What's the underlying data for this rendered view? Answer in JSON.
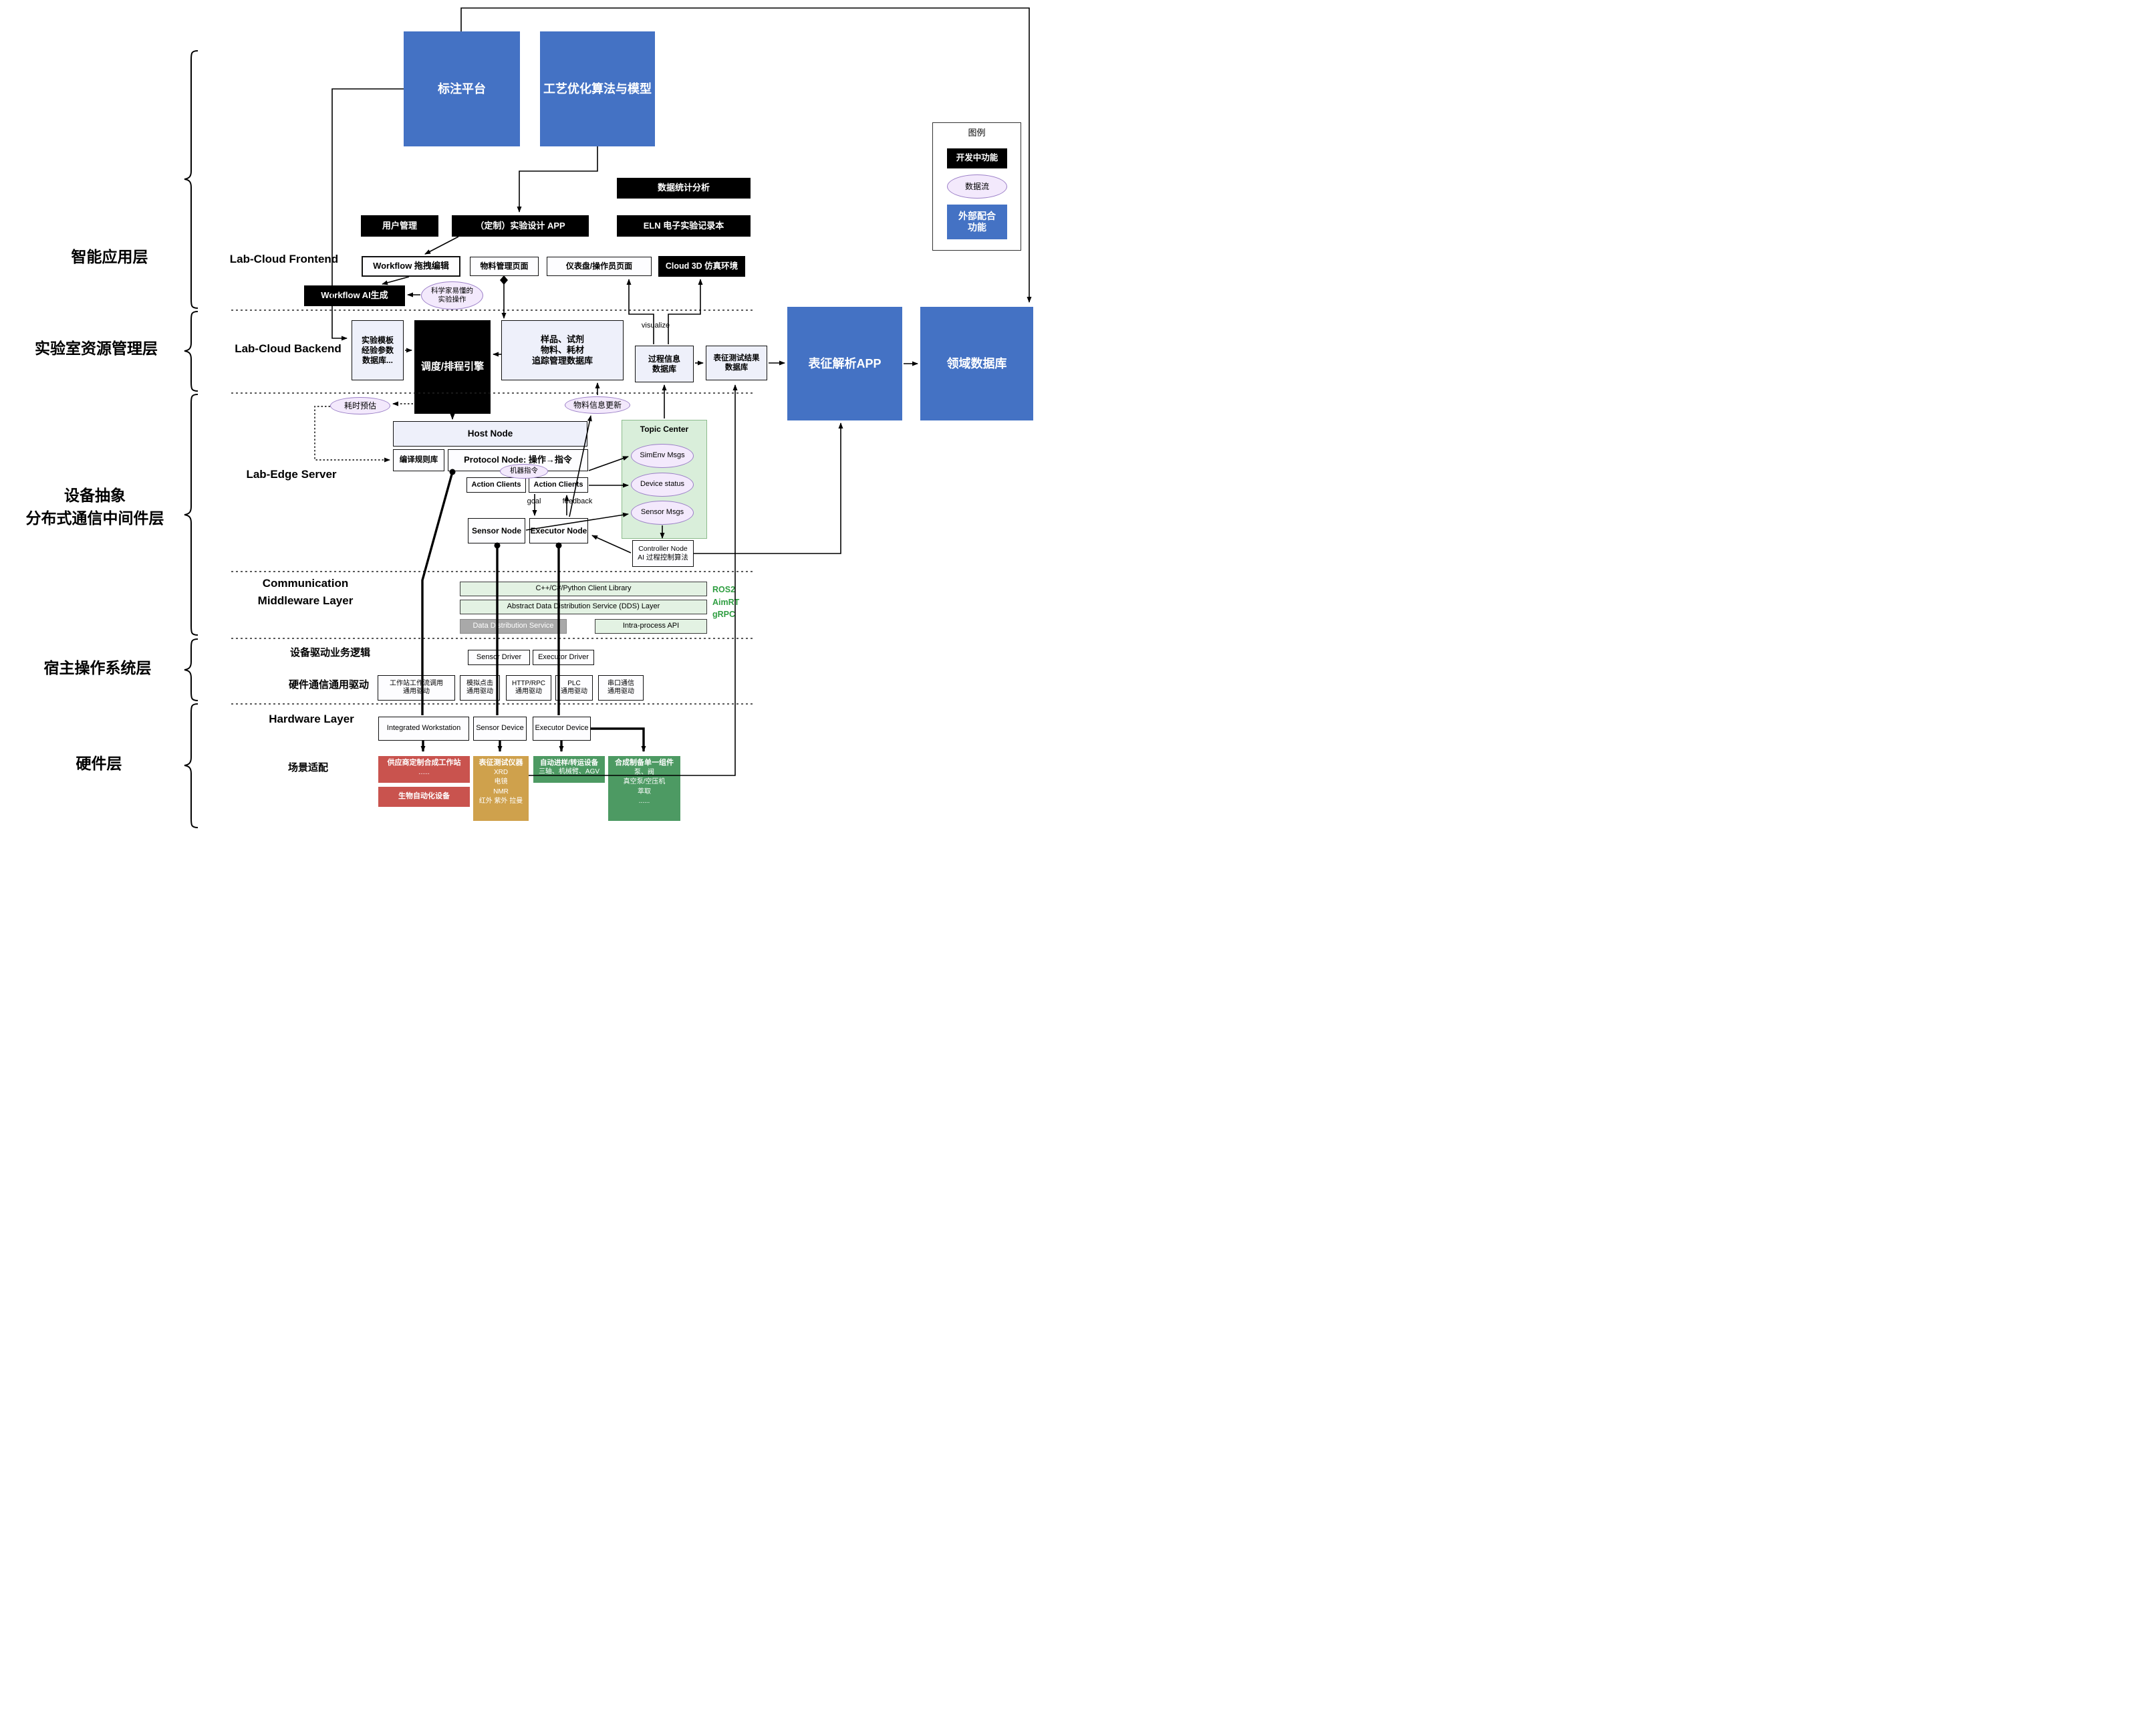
{
  "colors": {
    "brand_blue": "#4472c4",
    "black_box": "#000000",
    "data_flow_lavender": "#f3e9fc",
    "topic_green": "#d9eeda",
    "middleware_green": "#e3f2e3",
    "service_gray": "#a9a9a9",
    "vendor_red": "#c9534e",
    "instrument_gold": "#cfa14c",
    "device_green": "#4d9a63",
    "framework_green": "#2f9e41"
  },
  "layer_labels": {
    "app": "智能应用层",
    "resource": "实验室资源管理层",
    "middleware": "设备抽象\n分布式通信中间件层",
    "os": "宿主操作系统层",
    "hardware": "硬件层"
  },
  "legend": {
    "title": "图例",
    "in_development": "开发中功能",
    "data_flow": "数据流",
    "external_support": "外部配合\n功能"
  },
  "top": {
    "annotation_platform": "标注平台",
    "process_optimization": "工艺优化算法与模型"
  },
  "frontend": {
    "section": "Lab-Cloud Frontend",
    "data_stats": "数据统计分析",
    "user_mgmt": "用户管理",
    "custom_design_app": "（定制）实验设计 APP",
    "eln": "ELN 电子实验记录本",
    "workflow_edit": "Workflow 拖拽编辑",
    "material_page": "物料管理页面",
    "dashboard_page": "仪表盘/操作员页面",
    "cloud_3d": "Cloud 3D 仿真环境",
    "workflow_ai": "Workflow AI生成",
    "scientist_ops": "科学家易懂的\n实验操作"
  },
  "backend": {
    "section": "Lab-Cloud Backend",
    "template_db": "实验模板\n经验参数\n数据库...",
    "scheduler": "调度/排程引擎",
    "tracking_db": "样品、试剂\n物料、耗材\n追踪管理数据库",
    "visualize": "visualize",
    "process_db": "过程信息\n数据库",
    "char_result_db": "表征测试结果\n数据库",
    "char_app": "表征解析APP",
    "domain_db": "领域数据库"
  },
  "edge": {
    "section": "Lab-Edge Server",
    "time_estimate": "耗时预估",
    "material_update": "物料信息更新",
    "host_node": "Host Node",
    "compile_rules": "编译规则库",
    "protocol_node": "Protocol Node: 操作→指令",
    "machine_cmd": "机器指令",
    "action_clients_left": "Action Clients",
    "action_clients_right": "Action Clients",
    "goal": "goal",
    "feedback": "feedback",
    "sensor_node": "Sensor Node",
    "executor_node": "Executor Node",
    "topic_center": "Topic Center",
    "simenv_msgs": "SimEnv Msgs",
    "device_status": "Device status",
    "sensor_msgs": "Sensor Msgs",
    "controller_node": "Controller Node\nAI 过程控制算法"
  },
  "comm": {
    "section": "Communication\nMiddleware Layer",
    "client_lib": "C++/C#/Python Client Library",
    "dds_abstract": "Abstract Data Distribution Service (DDS) Layer",
    "dds_service": "Data Distribution Service",
    "intra_api": "Intra-process API",
    "frameworks": "ROS2\nAimRT\ngRPC"
  },
  "os_layer": {
    "driver_logic": "设备驱动业务逻辑",
    "sensor_driver": "Sensor Driver",
    "executor_driver": "Executor Driver",
    "hw_comm": "硬件通信通用驱动",
    "drv_workstation": "工作站工作流调用\n通用驱动",
    "drv_click": "模拟点击\n通用驱动",
    "drv_http": "HTTP/RPC\n通用驱动",
    "drv_plc": "PLC\n通用驱动",
    "drv_serial": "串口通信\n通用驱动"
  },
  "hardware": {
    "section": "Hardware Layer",
    "workstation": "Integrated Workstation",
    "sensor_device": "Sensor Device",
    "executor_device": "Executor Device",
    "scenario": "场景适配",
    "vendor_ws": "供应商定制合成工作站",
    "vendor_ws_more": "......",
    "bio_auto": "生物自动化设备",
    "char_inst": "表征测试仪器",
    "char_inst_items": "XRD\n电镜\nNMR\n红外 紫外 拉曼",
    "transfer": "自动进样/转运设备",
    "transfer_items": "三轴、机械臂、AGV",
    "synth": "合成制备单一组件",
    "synth_items": "泵、阀\n真空泵/空压机\n萃取\n......"
  }
}
